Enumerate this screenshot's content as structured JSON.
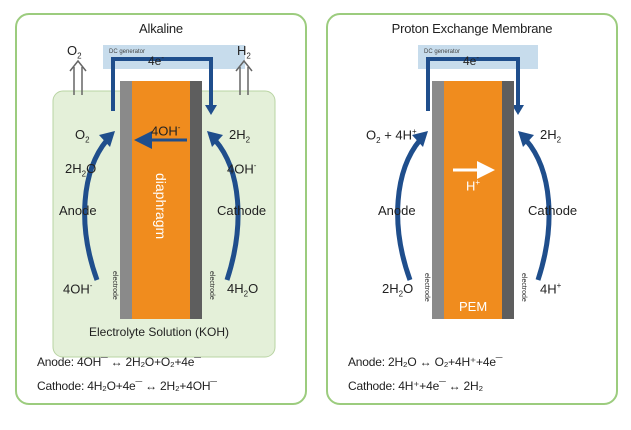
{
  "colors": {
    "border": "#9ccc7e",
    "electrolyte": "#e4f0d9",
    "generator": "#c7dcec",
    "orange": "#f08c1e",
    "electrode": "#8a8a8a",
    "arrow": "#1f4e8c"
  },
  "alkaline": {
    "title": "Alkaline",
    "dc_generator": "DC generator",
    "electron": "4e",
    "electron_sup": "-",
    "gas_left": "O",
    "gas_left_sub": "2",
    "gas_right": "H",
    "gas_right_sub": "2",
    "anode_top": "O",
    "anode_top_sub": "2",
    "anode_mid": "2H",
    "anode_mid_sub": "2",
    "anode_mid_tail": "O",
    "anode_label": "Anode",
    "anode_bottom": "4OH",
    "anode_bottom_sup": "-",
    "ion_transfer": "4OH",
    "ion_transfer_sup": "-",
    "membrane_label": "diaphragm",
    "cathode_top": "2H",
    "cathode_top_sub": "2",
    "cathode_mid": "4OH",
    "cathode_mid_sup": "-",
    "cathode_label": "Cathode",
    "cathode_bottom": "4H",
    "cathode_bottom_sub": "2",
    "cathode_bottom_tail": "O",
    "electrode_left": "electrode",
    "electrode_right": "electrode",
    "electrolyte": "Electrolyte Solution (KOH)",
    "eq_anode": "Anode: 4OH¯ ↔ 2H₂O+O₂+4e¯",
    "eq_cathode": "Cathode: 4H₂O+4e¯ ↔ 2H₂+4OH¯"
  },
  "pem": {
    "title": "Proton Exchange Membrane",
    "dc_generator": "DC generator",
    "electron": "4e",
    "electron_sup": "-",
    "anode_top": "O",
    "anode_top_sub": "2",
    "anode_top_tail": " + 4H",
    "anode_top_sup": "+",
    "anode_label": "Anode",
    "anode_bottom": "2H",
    "anode_bottom_sub": "2",
    "anode_bottom_tail": "O",
    "ion": "H",
    "ion_sup": "+",
    "membrane_label": "PEM",
    "cathode_top": "2H",
    "cathode_top_sub": "2",
    "cathode_label": "Cathode",
    "cathode_bottom": "4H",
    "cathode_bottom_sup": "+",
    "electrode_left": "electrode",
    "electrode_right": "electrode",
    "eq_anode": "Anode: 2H₂O ↔ O₂+4H⁺+4e¯",
    "eq_cathode": "Cathode: 4H⁺+4e¯ ↔ 2H₂"
  }
}
